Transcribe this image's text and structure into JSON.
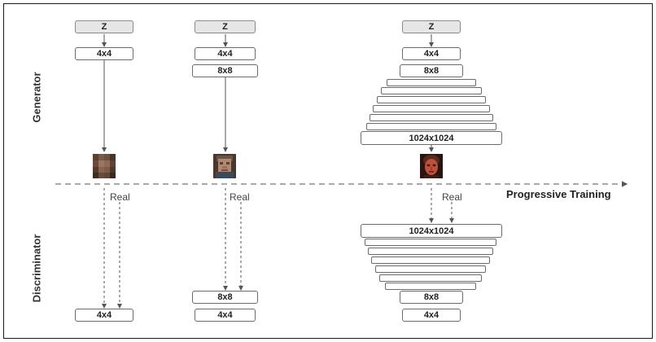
{
  "labels": {
    "generator": "Generator",
    "discriminator": "Discriminator",
    "progressive": "Progressive Training",
    "real": "Real"
  },
  "columns": [
    {
      "z": "Z",
      "gen": [
        "4x4"
      ],
      "disc": [
        "4x4"
      ]
    },
    {
      "z": "Z",
      "gen": [
        "4x4",
        "8x8"
      ],
      "disc": [
        "8x8",
        "4x4"
      ]
    },
    {
      "z": "Z",
      "gen": [
        "4x4",
        "8x8",
        "1024x1024"
      ],
      "disc_top": "1024x1024",
      "disc": [
        "8x8",
        "4x4"
      ]
    }
  ],
  "colors": {
    "face_low": "#6b4a3a",
    "face_mid": "#8a6a55",
    "face_high": "#a53a2a",
    "line": "#555555"
  }
}
